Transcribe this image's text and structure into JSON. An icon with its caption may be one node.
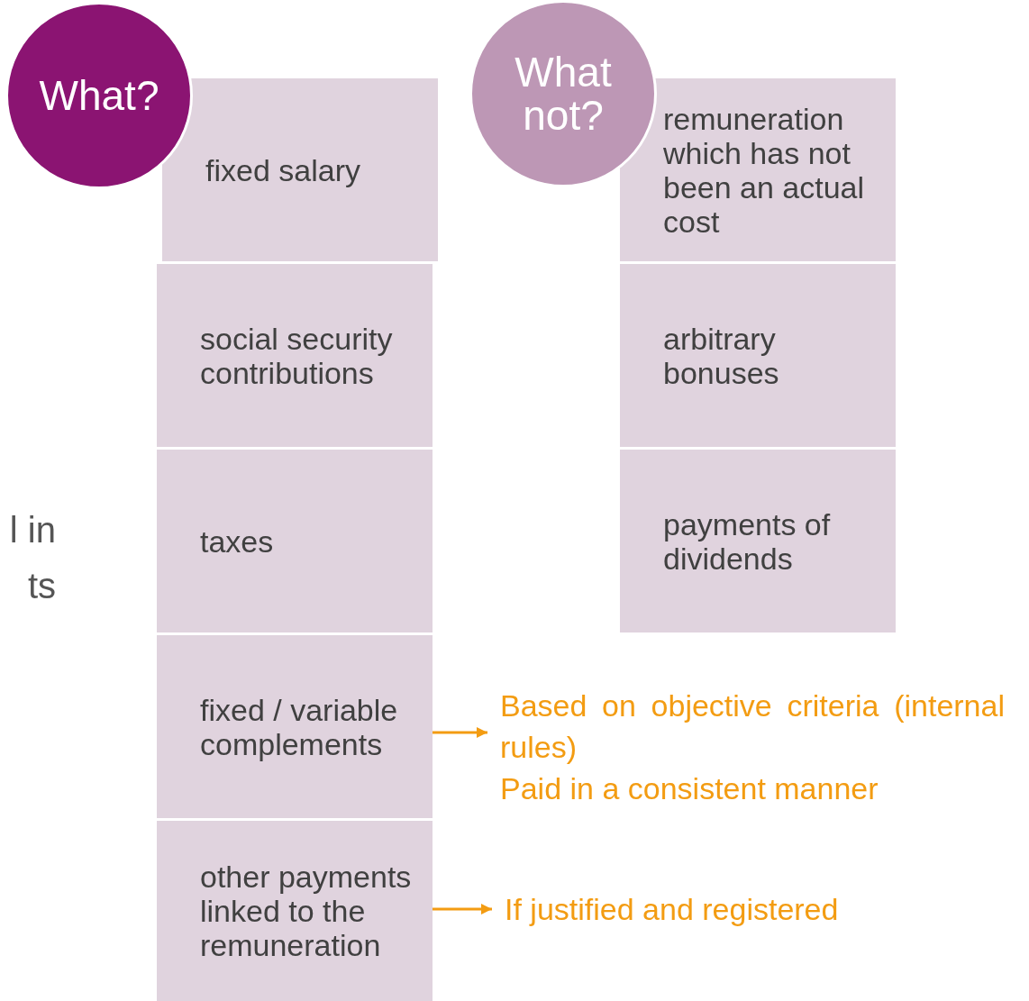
{
  "diagram": {
    "nodes": [
      {
        "text": [
          "What?"
        ]
      },
      {
        "text": [
          "fixed salary"
        ]
      },
      {
        "text": [
          "social security contributions"
        ]
      },
      {
        "text": [
          "taxes"
        ]
      },
      {
        "text": [
          "fixed / variable complements"
        ]
      },
      {
        "text": [
          "other payments linked to the remuneration"
        ]
      },
      {
        "text": [
          "What not?"
        ]
      },
      {
        "text": [
          "remuneration which has not been an actual cost"
        ]
      },
      {
        "text": [
          "arbitrary bonuses"
        ]
      },
      {
        "text": [
          "payments of dividends"
        ]
      },
      {
        "text": [
          "Based on objective criteria (internal rules)",
          "Paid in a consistent manner"
        ]
      },
      {
        "text": [
          "If justified and registered"
        ]
      }
    ],
    "edges": [
      {
        "from": 4,
        "to": 10,
        "arrow": "to"
      },
      {
        "from": 5,
        "to": 11,
        "arrow": "to"
      }
    ],
    "labels": [
      "l in",
      "ts"
    ]
  }
}
